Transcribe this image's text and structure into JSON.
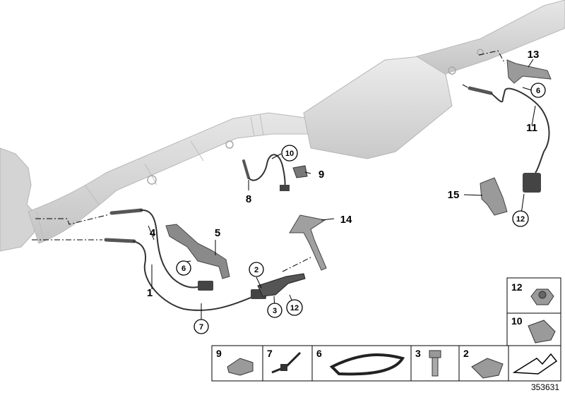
{
  "callouts": {
    "c1": "1",
    "c2": "2",
    "c3": "3",
    "c4": "4",
    "c5": "5",
    "c6a": "6",
    "c6b": "6",
    "c7": "7",
    "c8": "8",
    "c9": "9",
    "c10": "10",
    "c11": "11",
    "c12a": "12",
    "c12b": "12",
    "c13": "13",
    "c14": "14",
    "c15": "15"
  },
  "legend": {
    "right_12": "12",
    "right_10": "10",
    "bottom": [
      "9",
      "7",
      "6",
      "3",
      "2"
    ]
  },
  "diagram_id": "353631"
}
